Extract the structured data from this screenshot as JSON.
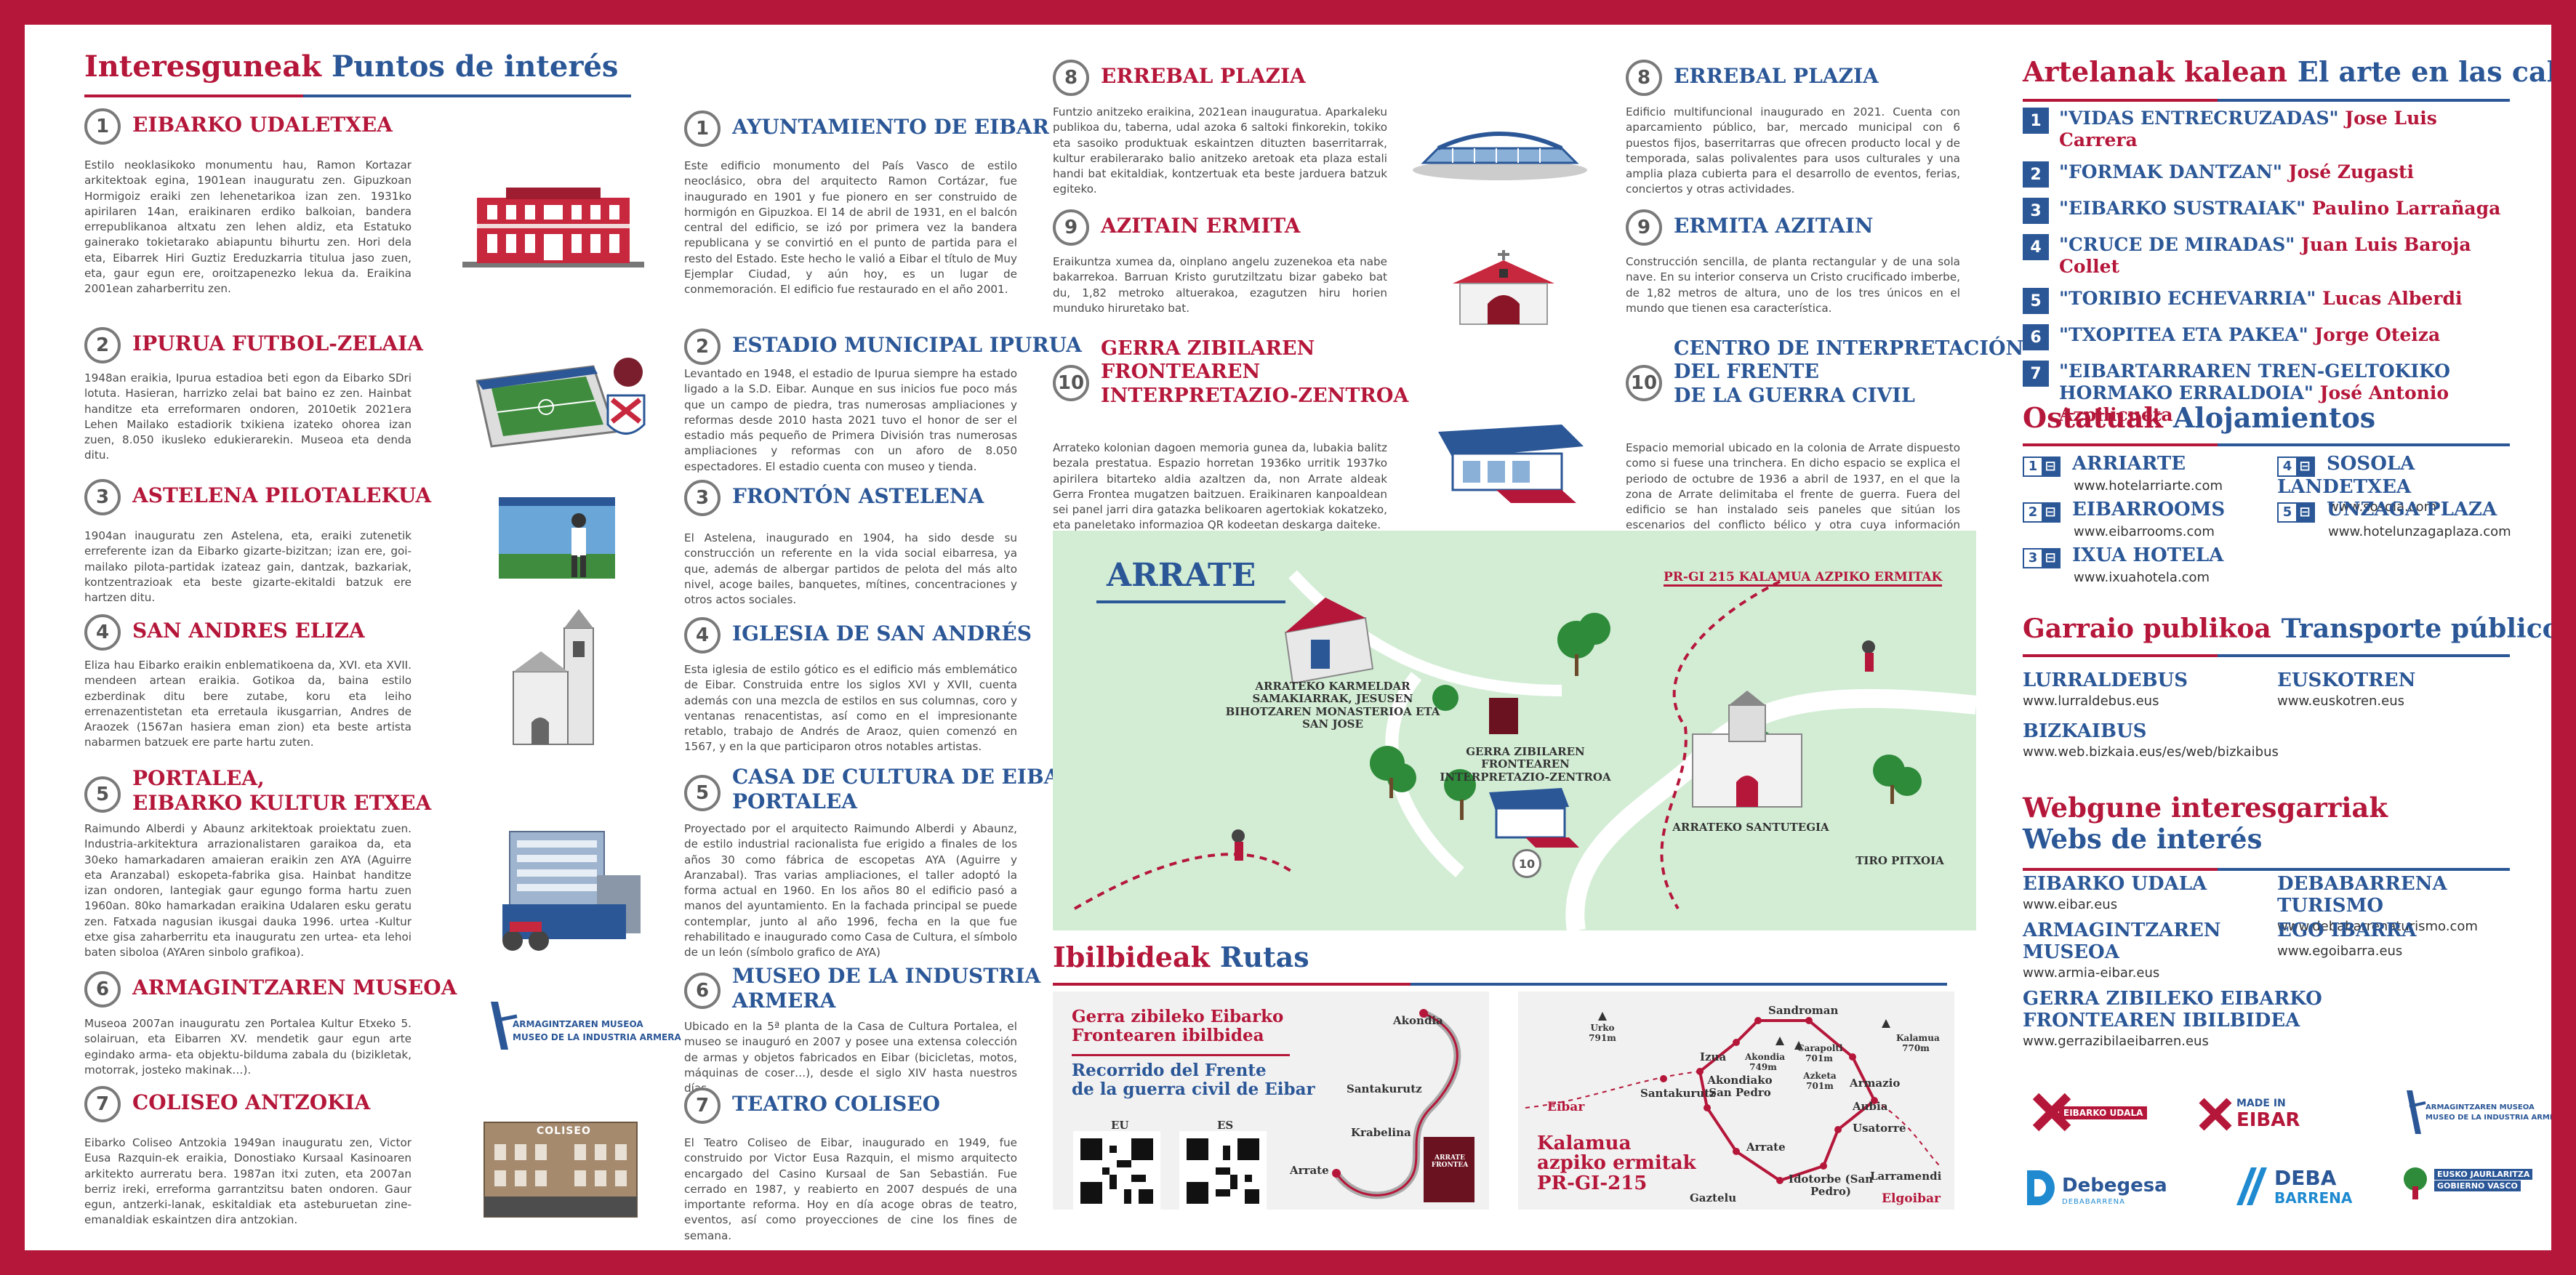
{
  "colors": {
    "red": "#b5173a",
    "blue": "#2b5797",
    "map_green": "#d3edd5"
  },
  "poi": {
    "title_eu": "Interesguneak",
    "title_es": "Puntos de interés",
    "eu": [
      {
        "n": "1",
        "title": "EIBARKO UDALETXEA",
        "body": "Estilo neoklasikoko monumentu hau, Ramon Kortazar arkitektoak egina, 1901ean inauguratu zen. Gipuzkoan Hormigoiz eraiki zen lehenetarikoa izan zen. 1931ko apirilaren 14an, eraikinaren erdiko balkoian, bandera errepublikanoa altxatu zen lehen aldiz, eta Estatuko gainerako tokietarako abiapuntu bihurtu zen. Hori dela eta, Eibarrek Hiri Guztiz Ereduzkarria titulua jaso zuen, eta, gaur egun ere, oroitzapenezko lekua da. Eraikina 2001ean zaharberritu zen."
      },
      {
        "n": "2",
        "title": "IPURUA FUTBOL-ZELAIA",
        "body": "1948an eraikia, Ipurua estadioa beti egon da Eibarko SDri lotuta. Hasieran, harrizko zelai bat baino ez zen. Hainbat handitze eta erreformaren ondoren, 2010etik 2021era Lehen Mailako estadiorik txikiena izateko ohorea izan zuen, 8.050 ikusleko edukierarekin. Museoa eta denda ditu."
      },
      {
        "n": "3",
        "title": "ASTELENA PILOTALEKUA",
        "body": "1904an inauguratu zen Astelena, eta, eraiki zutenetik erreferente izan da Eibarko gizarte-bizitzan; izan ere, goi-mailako pilota-partidak izateaz gain, dantzak, bazkariak, kontzentrazioak eta beste gizarte-ekitaldi batzuk ere hartzen ditu."
      },
      {
        "n": "4",
        "title": "SAN ANDRES ELIZA",
        "body": "Eliza hau Eibarko eraikin enblematikoena da, XVI. eta XVII. mendeen artean eraikia. Gotikoa da, baina estilo ezberdinak ditu bere zutabe, koru eta leiho errenazentistetan eta erretaula ikusgarrian, Andres de Araozek (1567an hasiera eman zion) eta beste artista nabarmen batzuek ere parte hartu zuten."
      },
      {
        "n": "5",
        "title": "PORTALEA,",
        "title2": "EIBARKO KULTUR ETXEA",
        "body": "Raimundo Alberdi y Abaunz arkitektoak proiektatu zuen. Industria-arkitektura arrazionalistaren garaikoa da, eta 30eko hamarkadaren amaieran eraikin zen AYA (Aguirre eta Aranzabal) eskopeta-fabrika gisa. Hainbat handitze izan ondoren, lantegiak gaur egungo forma hartu zuen 1960an. 80ko hamarkadan eraikina Udalaren esku geratu zen. Fatxada nagusian ikusgai dauka 1996. urtea -Kultur etxe gisa zaharberritu eta inauguratu zen urtea- eta lehoi baten siboloa (AYAren sinbolo grafikoa)."
      },
      {
        "n": "6",
        "title": "ARMAGINTZAREN MUSEOA",
        "body": "Museoa 2007an inauguratu zen Portalea Kultur Etxeko 5. solairuan, eta Eibarren XV. mendetik gaur egun arte egindako arma- eta objektu-bilduma zabala du (bizikletak, motorrak, josteko makinak…)."
      },
      {
        "n": "7",
        "title": "COLISEO ANTZOKIA",
        "body": "Eibarko Coliseo Antzokia 1949an inauguratu zen, Victor Eusa Razquin-ek eraikia, Donostiako Kursaal Kasinoaren arkitekto aurreratu bera. 1987an itxi zuten, eta 2007an berriz ireki, erreforma garrantzitsu baten ondoren. Gaur egun, antzerki-lanak, eskitaldiak eta asteburuetan zine-emanaldiak eskaintzen dira antzokian."
      }
    ],
    "es": [
      {
        "n": "1",
        "title": "AYUNTAMIENTO DE EIBAR",
        "body": "Este edificio monumento del País Vasco de estilo neoclásico, obra del arquitecto Ramon Cortázar, fue inaugurado en 1901 y fue pionero en ser construido de hormigón en Gipuzkoa. El 14 de abril de 1931, en el balcón central del edificio, se izó por primera vez la bandera republicana y se convirtió en el punto de partida para el resto del Estado. Este hecho le valió a Eibar el título de Muy Ejemplar Ciudad, y aún hoy, es un lugar de conmemoración. El edificio fue restaurado en el año 2001."
      },
      {
        "n": "2",
        "title": "ESTADIO MUNICIPAL IPURUA",
        "body": "Levantado en 1948, el estadio de Ipurua siempre ha estado ligado a la S.D. Eibar. Aunque en sus inicios fue poco más que un campo de piedra, tras numerosas ampliaciones y reformas desde 2010 hasta 2021 tuvo el honor de ser el estadio más pequeño de Primera División tras numerosas ampliaciones y reformas con un aforo de 8.050 espectadores. El estadio cuenta con museo y tienda."
      },
      {
        "n": "3",
        "title": "FRONTÓN ASTELENA",
        "body": "El Astelena, inaugurado en 1904, ha sido desde su construcción un referente en la vida social eibarresa, ya que, además de albergar partidos de pelota del más alto nivel, acoge bailes, banquetes, mítines, concentraciones y otros actos sociales."
      },
      {
        "n": "4",
        "title": "IGLESIA DE SAN ANDRÉS",
        "body": "Esta iglesia de estilo gótico es el edificio más emblemático de Eibar. Construida entre los siglos XVI y XVII, cuenta además con una mezcla de estilos en sus columnas, coro y ventanas renacentistas, así como en el impresionante retablo, trabajo de Andrés de Araoz, quien comenzó en 1567, y en la que participaron otros notables artistas."
      },
      {
        "n": "5",
        "title": "CASA DE CULTURA DE EIBAR",
        "title2": "PORTALEA",
        "body": "Proyectado por el arquitecto Raimundo Alberdi y Abaunz, de estilo industrial racionalista fue erigido a finales de los años 30 como fábrica de escopetas AYA (Aguirre y Aranzabal). Tras varias ampliaciones, el taller adoptó la forma actual en 1960. En los años 80 el edificio pasó a manos del ayuntamiento. En la fachada principal se puede contemplar, junto al año 1996, fecha en la que fue rehabilitado e inaugurado como Casa de Cultura, el símbolo de un león (símbolo grafico de AYA)"
      },
      {
        "n": "6",
        "title": "MUSEO DE LA INDUSTRIA",
        "title2": "ARMERA",
        "body": "Ubicado en la 5ª planta de la Casa de Cultura Portalea, el museo se inauguró en 2007 y posee una extensa colección de armas y objetos fabricados en Eibar (bicicletas, motos, máquinas de coser…), desde el siglo XIV hasta nuestros días."
      },
      {
        "n": "7",
        "title": "TEATRO COLISEO",
        "body": "El Teatro Coliseo de Eibar, inaugurado en 1949, fue construido por Victor Eusa Razquin, el mismo arquitecto encargado del Casino Kursaal de San Sebastián. Fue cerrado en 1987, y reabierto en 2007 después de una importante reforma. Hoy en día acoge obras de teatro, eventos, así como proyecciones de cine los fines de semana."
      }
    ]
  },
  "museum_logo": {
    "line1": "ARMAGINTZAREN MUSEOA",
    "line2": "MUSEO DE LA INDUSTRIA ARMERA"
  },
  "coliseo_sign": "COLISEO",
  "mid": {
    "eu": [
      {
        "n": "8",
        "title": "ERREBAL PLAZIA",
        "body": "Funtzio anitzeko eraikina, 2021ean inauguratua. Aparkaleku publikoa du, taberna, udal azoka 6 saltoki finkorekin, tokiko eta sasoiko produktuak eskaintzen dituzten baserritarrak, kultur erabilerarako balio anitzeko aretoak eta plaza estali handi bat ekitaldiak, kontzertuak eta beste jarduera batzuk egiteko."
      },
      {
        "n": "9",
        "title": "AZITAIN ERMITA",
        "body": "Eraikuntza xumea da, oinplano angelu zuzenekoa eta nabe bakarrekoa. Barruan Kristo gurutziltzatu bizar gabeko bat du, 1,82 metroko altuerakoa, ezagutzen hiru horien munduko hiruretako bat."
      },
      {
        "n": "10",
        "title": "GERRA ZIBILAREN",
        "title2": "FRONTEAREN",
        "title3": "INTERPRETAZIO-ZENTROA",
        "body": "Arrateko kolonian dagoen memoria gunea da, lubakia balitz bezala prestatua. Espazio horretan 1936ko urritik 1937ko apirilera bitarteko aldia azaltzen da, non Arrate aldeak Gerra Frontea mugatzen baitzuen. Eraikinaren kanpoaldean sei panel jarri dira gatazka belikoaren agertokiak kokatzeko, eta paneletako informazioa QR kodeetan deskarga daiteke."
      }
    ],
    "es": [
      {
        "n": "8",
        "title": "ERREBAL PLAZIA",
        "body": "Edificio multifuncional inaugurado en 2021. Cuenta con aparcamiento público, bar, mercado municipal con 6 puestos fijos, baserritarras que ofrecen producto local y de temporada, salas polivalentes para usos culturales y una amplia plaza cubierta para el desarrollo de eventos, ferias, conciertos y otras actividades."
      },
      {
        "n": "9",
        "title": "ERMITA AZITAIN",
        "body": "Construcción sencilla, de planta rectangular y de una sola nave. En su interior conserva un Cristo crucificado imberbe, de 1,82 metros de altura, uno de los tres únicos en el mundo que tienen esa característica."
      },
      {
        "n": "10",
        "title": "CENTRO DE INTERPRETACIÓN",
        "title2": "DEL FRENTE",
        "title3": "DE LA GUERRA CIVIL",
        "body": "Espacio memorial ubicado en la colonia de Arrate dispuesto como si fuese una trinchera. En dicho espacio se explica el periodo de octubre de 1936 a abril de 1937, en el que la zona de Arrate delimitaba el frente de guerra. Fuera del edificio se han instalado seis paneles que sitúan los escenarios del conflicto bélico y otra cuya información puede descargarse en códigos QR."
      }
    ]
  },
  "arrate": {
    "title": "ARRATE",
    "route": "PR-GI 215 KALAMUA AZPIKO ERMITAK",
    "carmel": "ARRATEKO KARMELDAR SAMAKIARRAK, JESUSEN BIHOTZAREN MONASTERIOA ETA SAN JOSE",
    "center": "GERRA ZIBILAREN FRONTEAREN INTERPRETAZIO-ZENTROA",
    "sanctuary": "ARRATEKO SANTUTEGIA",
    "tiro": "TIRO PITXOIA",
    "badge": "10"
  },
  "routes": {
    "title_eu": "Ibilbideak",
    "title_es": "Rutas",
    "r1": {
      "eu1": "Gerra zibileko Eibarko",
      "eu2": "Frontearen ibilbidea",
      "es1": "Recorrido del Frente",
      "es2": "de la guerra civil de Eibar",
      "qr_eu": "EU",
      "qr_es": "ES",
      "akondia": "Akondia",
      "santakurutz": "Santakurutz",
      "krabelina": "Krabelina",
      "arrate": "Arrate",
      "panel": "ARRATE FRONTEA"
    },
    "r2": {
      "t1": "Kalamua",
      "t2": "azpiko ermitak",
      "t3": "PR-GI-215",
      "eibar": "Eibar",
      "elgoibar": "Elgoibar",
      "places": [
        "Urko 791m",
        "Sandroman",
        "Akondia 749m",
        "Kalamua 770m",
        "Akondiako San Pedro",
        "Izua",
        "Santakurutz",
        "Azketa 701m",
        "Carapoltl 701m",
        "Armazio",
        "Aubia",
        "Usatorre",
        "Arrate",
        "Idotorbe (San Pedro)",
        "Larramendi",
        "Gaztelu"
      ]
    }
  },
  "art": {
    "title_eu": "Artelanak kalean",
    "title_es": "El arte en las calles",
    "items": [
      {
        "n": "1",
        "name": "\"VIDAS ENTRECRUZADAS\"",
        "artist": "Jose Luis Carrera"
      },
      {
        "n": "2",
        "name": "\"FORMAK DANTZAN\"",
        "artist": "José Zugasti"
      },
      {
        "n": "3",
        "name": "\"EIBARKO SUSTRAIAK\"",
        "artist": "Paulino Larrañaga"
      },
      {
        "n": "4",
        "name": "\"CRUCE DE MIRADAS\"",
        "artist": "Juan Luis Baroja Collet"
      },
      {
        "n": "5",
        "name": "\"TORIBIO ECHEVARRIA\"",
        "artist": "Lucas Alberdi"
      },
      {
        "n": "6",
        "name": "\"TXOPITEA ETA PAKEA\"",
        "artist": "Jorge Oteiza"
      },
      {
        "n": "7",
        "name": "\"EIBARTARRAREN TREN-GELTOKIKO HORMAKO ERRALDOIA\"",
        "artist": "José Antonio Azpilicueta"
      }
    ]
  },
  "lodging": {
    "title_eu": "Ostatuak",
    "title_es": "Alojamientos",
    "items": [
      {
        "n": "1",
        "name": "ARRIARTE",
        "url": "www.hotelarriarte.com"
      },
      {
        "n": "2",
        "name": "EIBARROOMS",
        "url": "www.eibarrooms.com"
      },
      {
        "n": "3",
        "name": "IXUA HOTELA",
        "url": "www.ixuahotela.com"
      },
      {
        "n": "4",
        "name": "SOSOLA LANDETXEA",
        "url": "www.sosola.com"
      },
      {
        "n": "5",
        "name": "UNZAGA PLAZA",
        "url": "www.hotelunzagaplaza.com"
      }
    ]
  },
  "transport": {
    "title_eu": "Garraio publikoa",
    "title_es": "Transporte público",
    "items": [
      {
        "name": "LURRALDEBUS",
        "url": "www.lurraldebus.eus"
      },
      {
        "name": "EUSKOTREN",
        "url": "www.euskotren.eus"
      },
      {
        "name": "BIZKAIBUS",
        "url": "www.web.bizkaia.eus/es/web/bizkaibus"
      }
    ]
  },
  "webs": {
    "title_eu": "Webgune interesgarriak",
    "title_es": "Webs de interés",
    "items": [
      {
        "name": "EIBARKO UDALA",
        "url": "www.eibar.eus"
      },
      {
        "name": "DEBABARRENA TURISMO",
        "url": "www.debabarrenaturismo.com"
      },
      {
        "name": "ARMAGINTZAREN",
        "name2": "MUSEOA",
        "url": "www.armia-eibar.eus"
      },
      {
        "name": "EGO IBARRA",
        "url": "www.egoibarra.eus"
      },
      {
        "name": "GERRA ZIBILEKO EIBARKO",
        "name2": "FRONTEAREN IBILBIDEA",
        "url": "www.gerrazibilaeibarren.eus"
      }
    ]
  },
  "logos": {
    "udala": "EIBARKO UDALA",
    "made1": "MADE IN",
    "made2": "EIBAR",
    "museo1": "ARMAGINTZAREN MUSEOA",
    "museo2": "MUSEO DE LA INDUSTRIA ARMERA",
    "debegesa": "Debegesa",
    "debegesa_sub": "DEBABARRENA",
    "deba1": "DEBA",
    "deba2": "BARRENA",
    "gv1": "EUSKO JAURLARITZA",
    "gv2": "GOBIERNO VASCO"
  }
}
